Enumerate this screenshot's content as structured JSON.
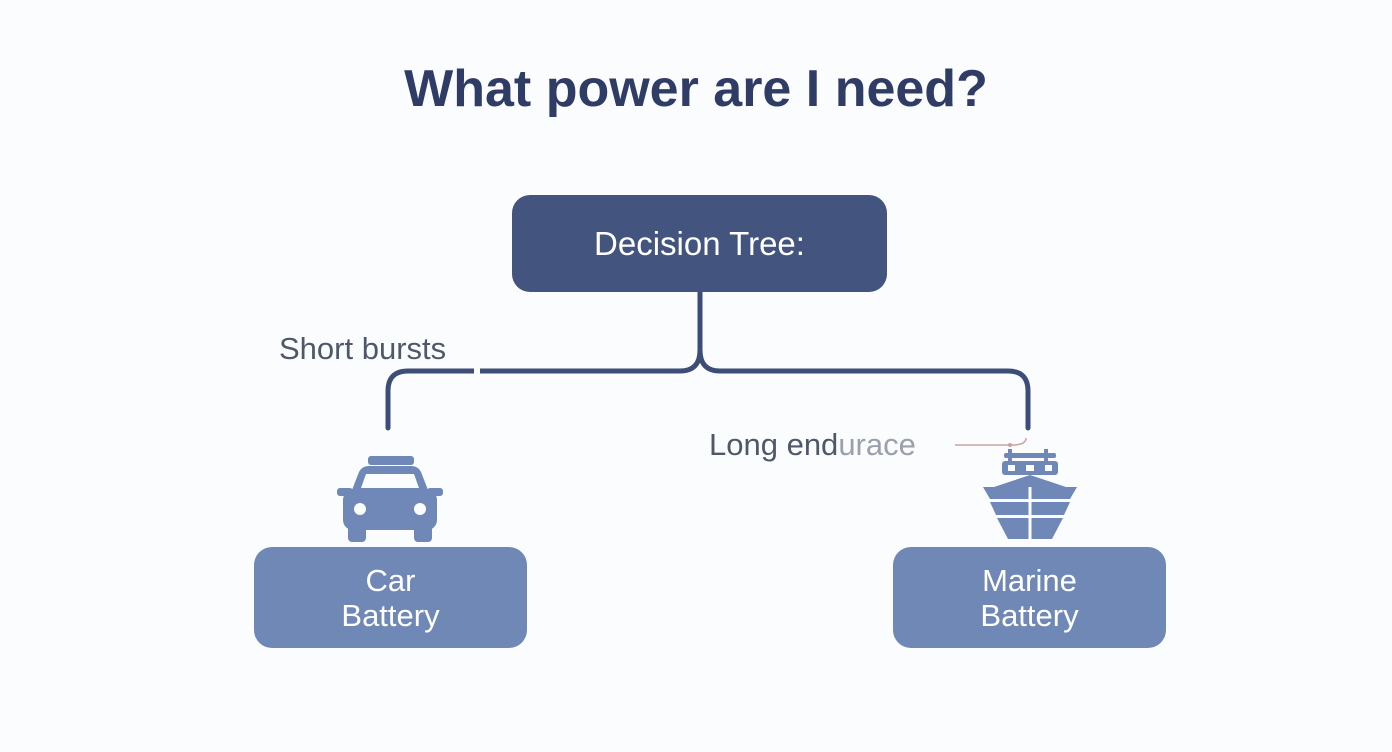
{
  "title": "What power are I need?",
  "root": {
    "label": "Decision Tree:"
  },
  "branches": [
    {
      "label_part1": "Long end",
      "label_part2": "urace",
      "leaf": {
        "line1": "Marine",
        "line2": "Battery",
        "icon": "boat-icon"
      }
    },
    {
      "label": "Short bursts",
      "leaf": {
        "line1": "Car",
        "line2": "Battery",
        "icon": "car-icon"
      }
    }
  ],
  "colors": {
    "title": "#2f3c66",
    "root_box": "#43557e",
    "leaf_box": "#7088b6",
    "connector": "#3c4d78",
    "icon": "#6f88b8"
  }
}
